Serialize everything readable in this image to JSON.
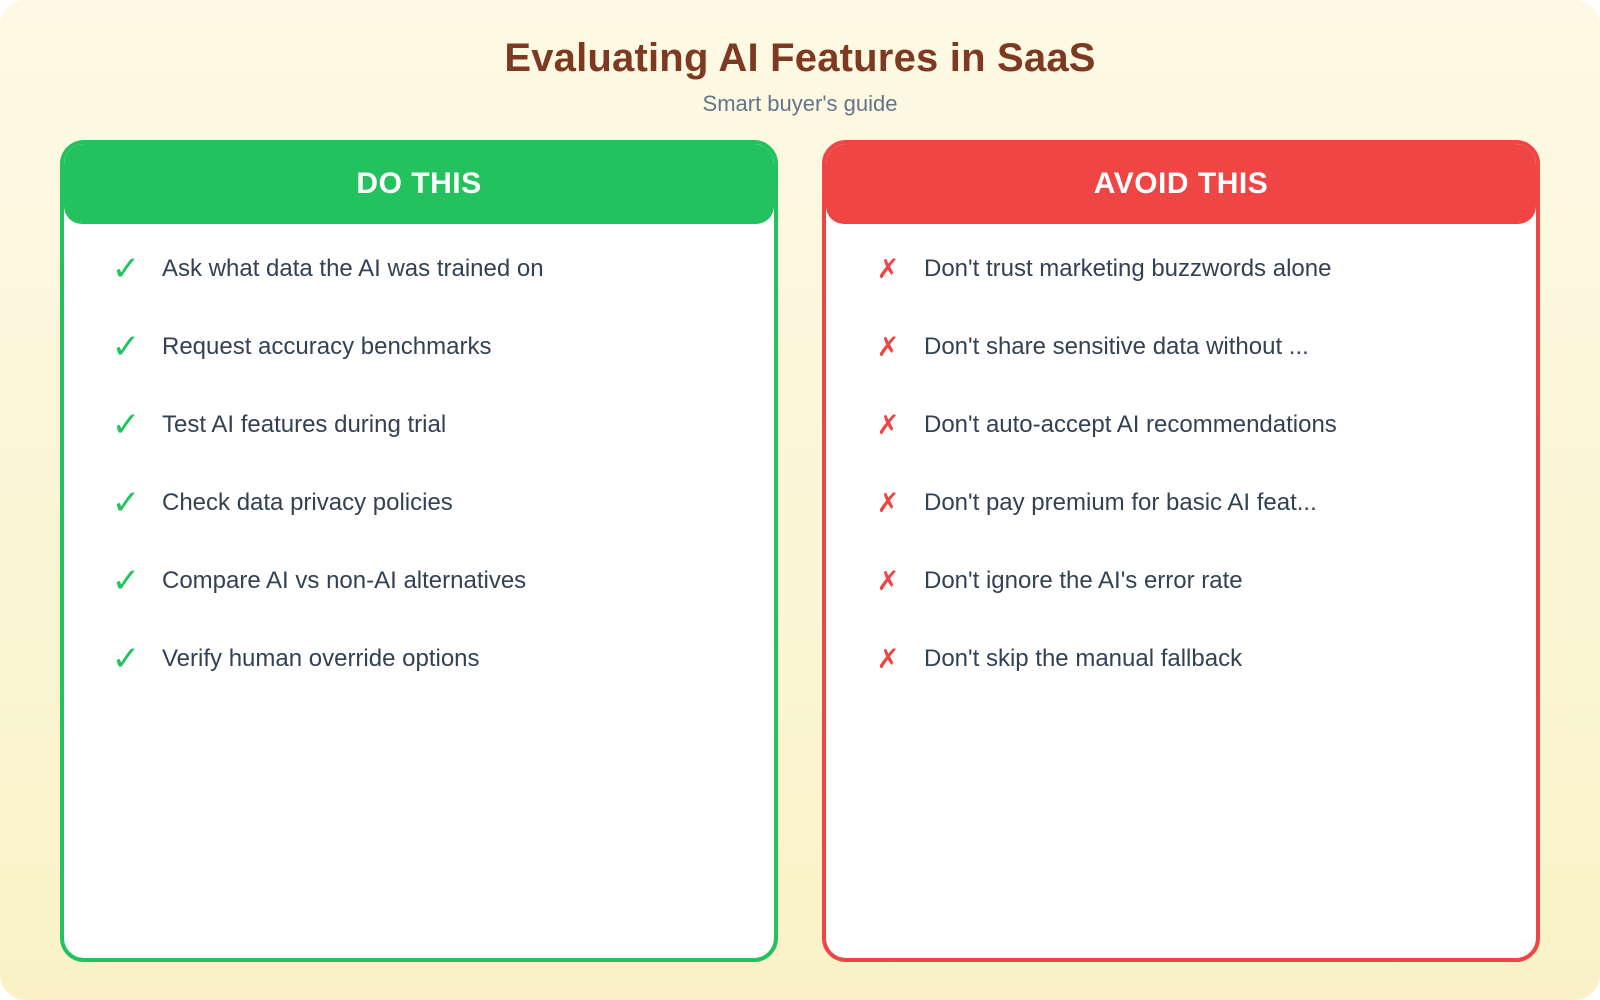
{
  "page": {
    "title": "Evaluating AI Features in SaaS",
    "subtitle": "Smart buyer's guide"
  },
  "colors": {
    "background_top": "#FDF9E4",
    "background_bottom": "#FAF2C6",
    "title": "#7E3A21",
    "subtitle": "#64748B",
    "do_green": "#24C25E",
    "avoid_red": "#EF4545",
    "item_text": "#334155"
  },
  "panels": {
    "do": {
      "header": "DO THIS",
      "icon": "✓",
      "icon_name": "check-icon",
      "items": [
        "Ask what data the AI was trained on",
        "Request accuracy benchmarks",
        "Test AI features during trial",
        "Check data privacy policies",
        "Compare AI vs non-AI alternatives",
        "Verify human override options"
      ]
    },
    "avoid": {
      "header": "AVOID THIS",
      "icon": "✗",
      "icon_name": "cross-icon",
      "items": [
        "Don't trust marketing buzzwords alone",
        "Don't share sensitive data without ...",
        "Don't auto-accept AI recommendations",
        "Don't pay premium for basic AI feat...",
        "Don't ignore the AI's error rate",
        "Don't skip the manual fallback"
      ]
    }
  }
}
